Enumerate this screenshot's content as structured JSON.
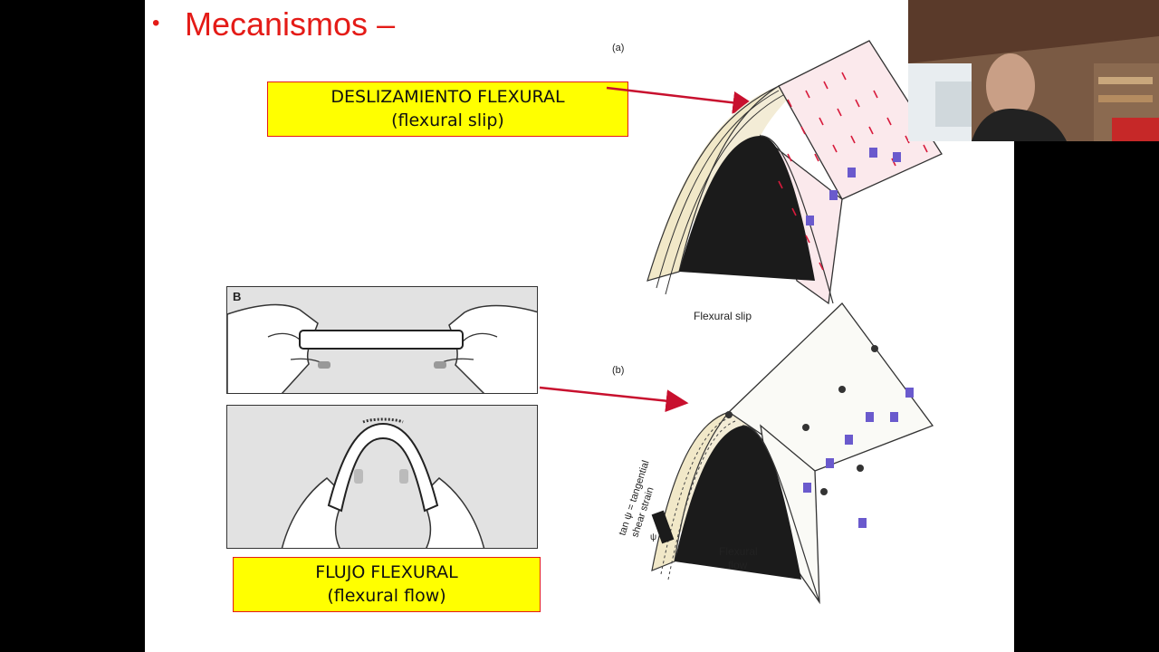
{
  "slide": {
    "title": "Mecanismos –",
    "bullet": "•",
    "box_slip": {
      "line1": "DESLIZAMIENTO FLEXURAL",
      "line2": "(flexural slip)"
    },
    "box_flow": {
      "line1": "FLUJO FLEXURAL",
      "line2": "(flexural flow)"
    },
    "photo_label": "B",
    "diagram_a": {
      "panel": "(a)",
      "caption": "Flexural slip"
    },
    "diagram_b": {
      "panel": "(b)",
      "caption_line1": "Flexural",
      "caption_line2": "flow",
      "side_line1": "tan ψ = tangential",
      "side_line2": "shear strain",
      "angle": "ψ"
    }
  },
  "colors": {
    "title": "#e41b17",
    "box_fill": "#ffff00",
    "box_border": "#e41b17",
    "arrow": "#c8102e",
    "background": "#000000"
  },
  "icons": [
    "hands-flat-strip-image",
    "hands-bent-strip-image",
    "webcam-feed"
  ]
}
